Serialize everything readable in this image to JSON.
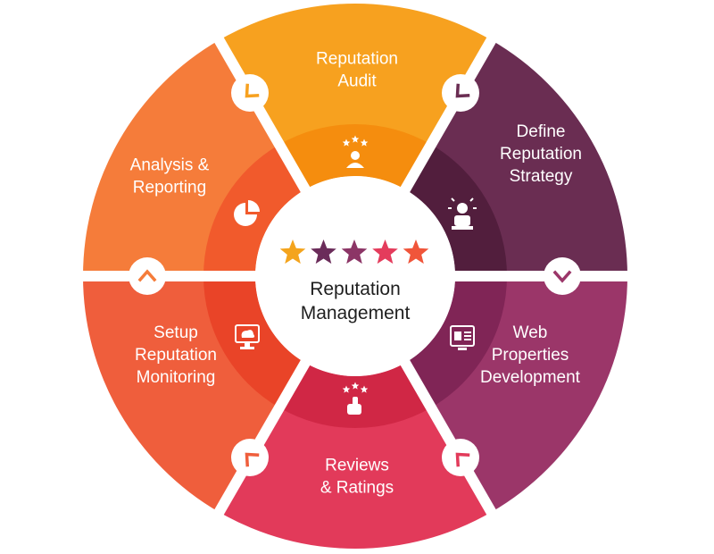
{
  "center": {
    "title_line1": "Reputation",
    "title_line2": "Management",
    "star_colors": [
      "#f4a41d",
      "#6b2c5a",
      "#8c3566",
      "#e43c5c",
      "#f0553a"
    ]
  },
  "segments": [
    {
      "id": "audit",
      "lines": [
        "Reputation",
        "Audit"
      ],
      "color": "#f7a11f",
      "inner_color": "#f58a0c",
      "icon": "person-stars-icon",
      "arrow": "chevron-down-right-icon",
      "arrow_color": "#f7a11f"
    },
    {
      "id": "strategy",
      "lines": [
        "Define",
        "Reputation",
        "Strategy"
      ],
      "color": "#6a2d52",
      "inner_color": "#4d1c3a",
      "icon": "idea-person-icon",
      "arrow": "chevron-down-icon",
      "arrow_color": "#6a2d52"
    },
    {
      "id": "web",
      "lines": [
        "Web",
        "Properties",
        "Development"
      ],
      "color": "#9b3669",
      "inner_color": "#7b2253",
      "icon": "web-browser-icon",
      "arrow": "chevron-down-left-icon",
      "arrow_color": "#9b3669"
    },
    {
      "id": "reviews",
      "lines": [
        "Reviews",
        "& Ratings"
      ],
      "color": "#e23a5a",
      "inner_color": "#cc2542",
      "icon": "hand-stars-icon",
      "arrow": "chevron-up-left-icon",
      "arrow_color": "#e23a5a"
    },
    {
      "id": "monitoring",
      "lines": [
        "Setup",
        "Reputation",
        "Monitoring"
      ],
      "color": "#ef5e3c",
      "inner_color": "#e73f25",
      "icon": "monitor-cloud-icon",
      "arrow": "chevron-up-icon",
      "arrow_color": "#ef5e3c"
    },
    {
      "id": "analysis",
      "lines": [
        "Analysis &",
        "Reporting"
      ],
      "color": "#f57c3a",
      "inner_color": "#f0552a",
      "icon": "pie-chart-icon",
      "arrow": "chevron-up-right-icon",
      "arrow_color": "#f57c3a"
    }
  ]
}
